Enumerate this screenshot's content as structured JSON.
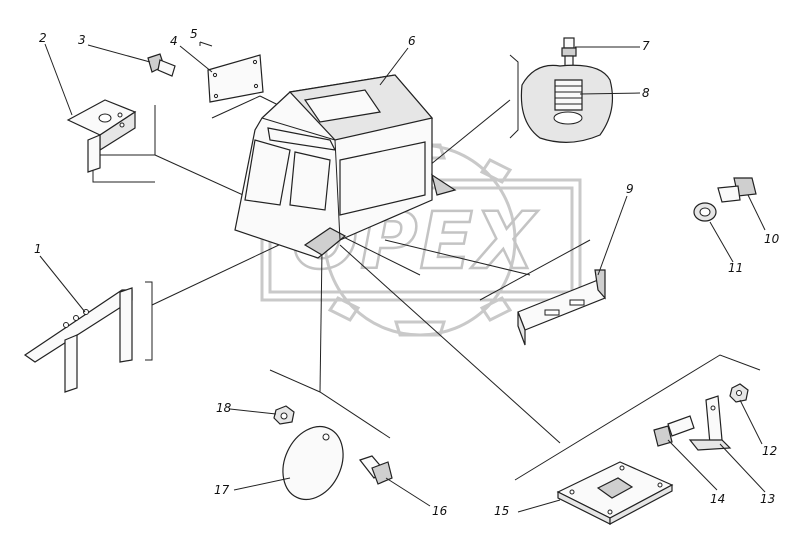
{
  "watermark": {
    "text": "OPEX"
  },
  "parts": [
    {
      "id": "1",
      "label": "1"
    },
    {
      "id": "2",
      "label": "2"
    },
    {
      "id": "3",
      "label": "3"
    },
    {
      "id": "4",
      "label": "4"
    },
    {
      "id": "5",
      "label": "5"
    },
    {
      "id": "6",
      "label": "6"
    },
    {
      "id": "7",
      "label": "7"
    },
    {
      "id": "8",
      "label": "8"
    },
    {
      "id": "9",
      "label": "9"
    },
    {
      "id": "10",
      "label": "10"
    },
    {
      "id": "11",
      "label": "11"
    },
    {
      "id": "12",
      "label": "12"
    },
    {
      "id": "13",
      "label": "13"
    },
    {
      "id": "14",
      "label": "14"
    },
    {
      "id": "15",
      "label": "15"
    },
    {
      "id": "16",
      "label": "16"
    },
    {
      "id": "17",
      "label": "17"
    },
    {
      "id": "18",
      "label": "18"
    }
  ]
}
